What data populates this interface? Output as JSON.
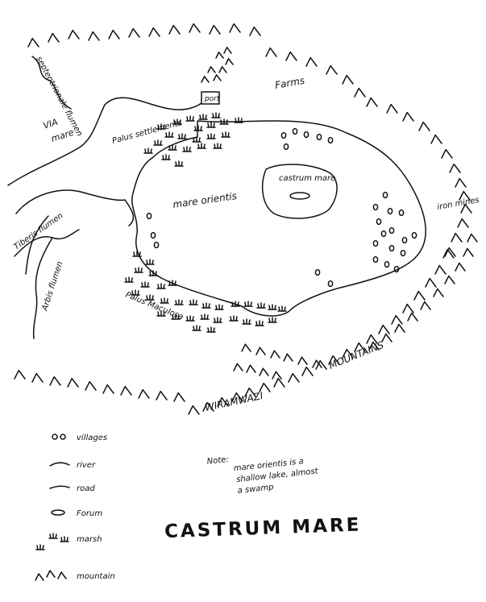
{
  "title": "CASTRUM MARE",
  "labels": {
    "septentrionale_flumen": "septentrionale flumen",
    "via": "VIA",
    "mare_road": "mare",
    "farms": "Farms",
    "port": "port",
    "palus_settlements": "Palus settlements",
    "castrum_mare": "castrum mare",
    "mare_orientis": "mare orientis",
    "iron_mines": "iron mines",
    "tiberis_flumen": "Tiberis flumen",
    "arbis_flumen": "Arbis flumen",
    "palus_maculosa": "Palus Maculosa",
    "mountains_a": "MOUNTAINS",
    "mountains_b": "WIRAMWAZI"
  },
  "legend": {
    "villages": "villages",
    "river": "river",
    "road": "road",
    "forum": "Forum",
    "marsh": "marsh",
    "mountain": "mountain"
  },
  "note": {
    "line1": "Note:",
    "line2": "mare orientis is a",
    "line3": "shallow lake, almost",
    "line4": "a swamp"
  },
  "colors": {
    "ink": "#111111",
    "paper": "#ffffff"
  }
}
